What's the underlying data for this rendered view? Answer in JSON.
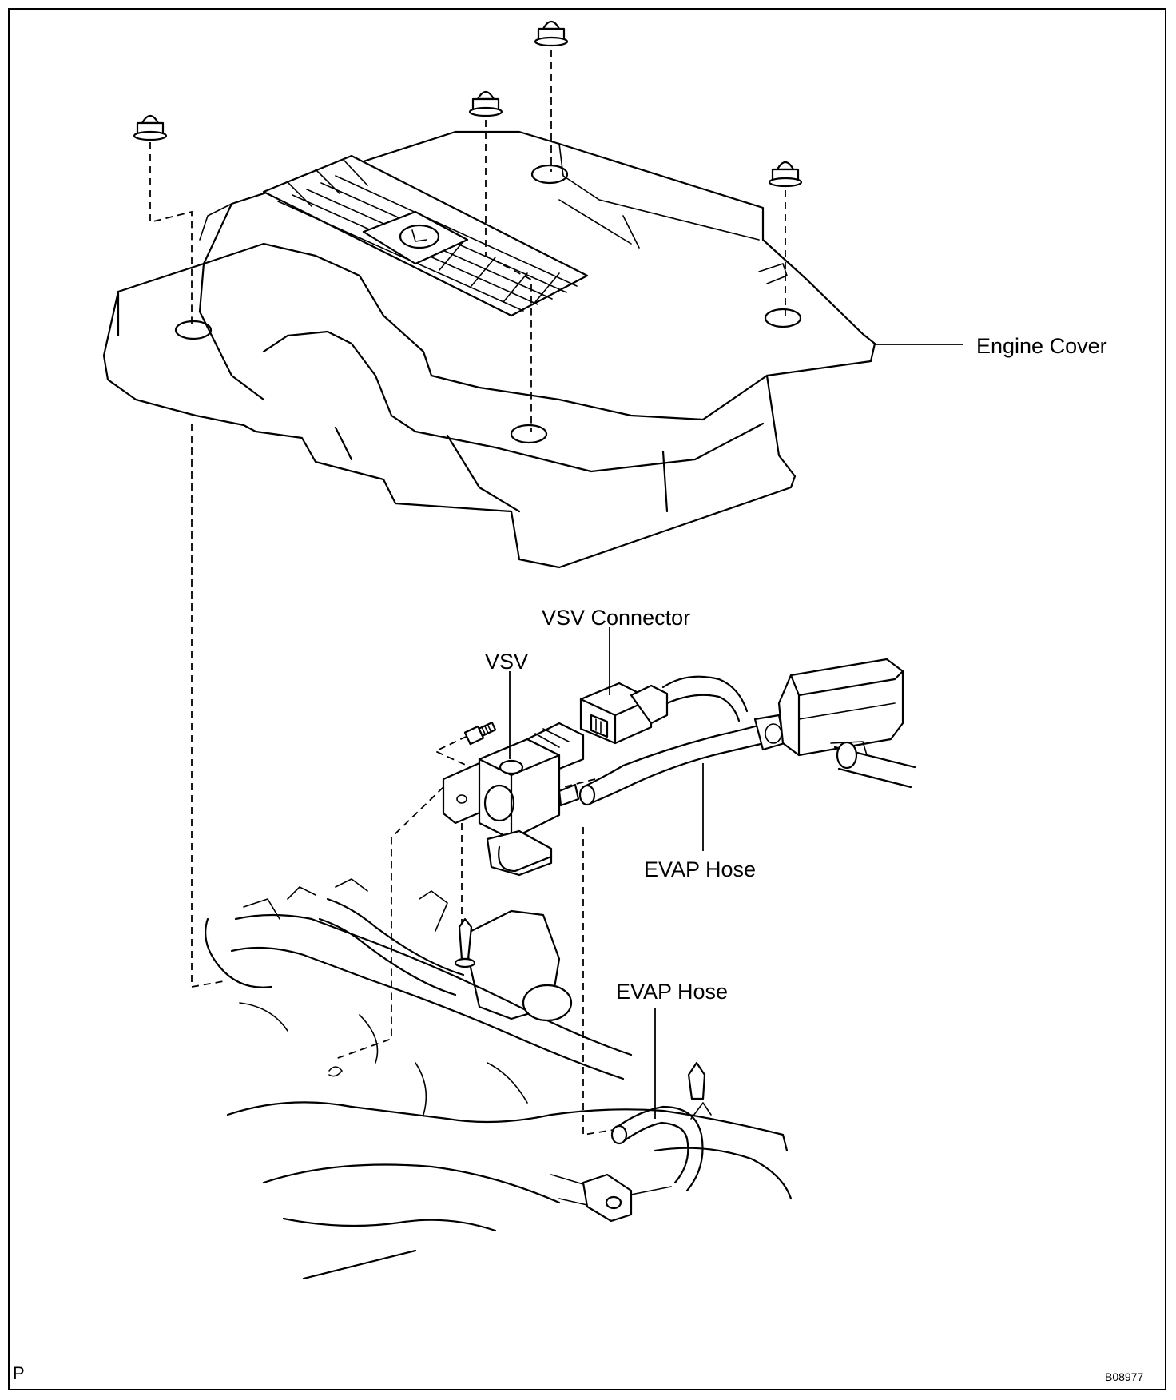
{
  "labels": {
    "engine_cover": "Engine Cover",
    "vsv_connector": "VSV Connector",
    "vsv": "VSV",
    "evap_hose_upper": "EVAP Hose",
    "evap_hose_lower": "EVAP Hose"
  },
  "corner": {
    "left_mark": "P",
    "figure_code": "B08977"
  },
  "colors": {
    "ink": "#000000",
    "paper": "#ffffff"
  }
}
